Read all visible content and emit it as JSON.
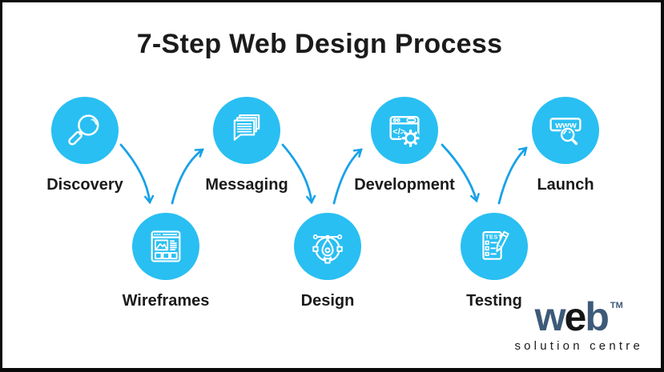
{
  "title": "7-Step Web Design Process",
  "steps": [
    {
      "order": 1,
      "label": "Discovery",
      "icon": "magnifier-icon",
      "row": "top"
    },
    {
      "order": 2,
      "label": "Wireframes",
      "icon": "wireframe-browser-icon",
      "row": "bottom"
    },
    {
      "order": 3,
      "label": "Messaging",
      "icon": "chat-bubbles-icon",
      "row": "top"
    },
    {
      "order": 4,
      "label": "Design",
      "icon": "pen-tool-icon",
      "row": "bottom"
    },
    {
      "order": 5,
      "label": "Development",
      "icon": "code-gear-icon",
      "row": "top"
    },
    {
      "order": 6,
      "label": "Testing",
      "icon": "test-checklist-icon",
      "row": "bottom"
    },
    {
      "order": 7,
      "label": "Launch",
      "icon": "www-search-icon",
      "row": "top"
    }
  ],
  "icon_texts": {
    "development_code": "</>",
    "testing_header": "TEST",
    "launch_www": "www"
  },
  "logo": {
    "brand_w": "w",
    "brand_e": "e",
    "brand_b": "b",
    "trademark": "TM",
    "tagline": "solution centre"
  },
  "colors": {
    "circle_fill": "#29bff2",
    "arrow": "#18a1e8",
    "title_text": "#1b1b1b",
    "label_text": "#1b1b1b",
    "background": "#ffffff",
    "border": "#0a0a0a",
    "logo_blue": "#3d5a78",
    "logo_black": "#161616"
  }
}
